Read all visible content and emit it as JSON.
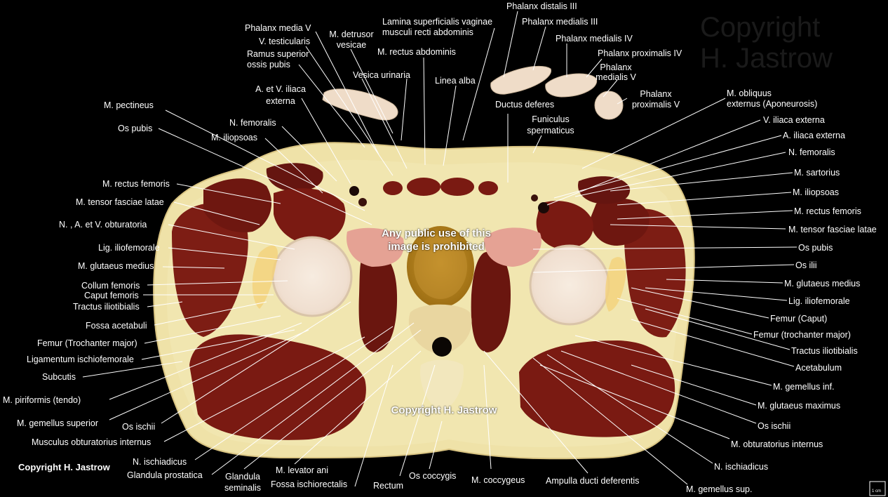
{
  "labels": {
    "phalanx_distalis_iii": "Phalanx distalis III",
    "phalanx_medialis_iii": "Phalanx medialis III",
    "phalanx_medialis_iv": "Phalanx medialis IV",
    "phalanx_proximalis_iv": "Phalanx proximalis IV",
    "phalanx_medialis_v_1": "Phalanx",
    "phalanx_medialis_v_2": "medialis V",
    "phalanx_proximalis_v_1": "Phalanx",
    "phalanx_proximalis_v_2": "proximalis V",
    "phalanx_media_v": "Phalanx media V",
    "v_testicularis": "V. testicularis",
    "m_detrusor_1": "M. detrusor",
    "m_detrusor_2": "vesicae",
    "lamina_1": "Lamina superficialis vaginae",
    "lamina_2": "musculi recti abdominis",
    "ramus_1": "Ramus superior",
    "ramus_2": "ossis pubis",
    "m_rectus_abdominis": "M. rectus abdominis",
    "vesica_urinaria": "Vesica urinaria",
    "linea_alba": "Linea alba",
    "a_v_iliaca_1": "A. et V. iliaca",
    "a_v_iliaca_2": "externa",
    "ductus_deferens": "Ductus deferes",
    "m_obliquus_1": "M. obliquus",
    "m_obliquus_2": "externus (Aponeurosis)",
    "m_pectineus": "M. pectineus",
    "funiculus_1": "Funiculus",
    "funiculus_2": "spermaticus",
    "v_iliaca_externa": "V. iliaca externa",
    "os_pubis_l": "Os pubis",
    "n_femoralis_l": "N. femoralis",
    "m_iliopsoas_l": "M. iliopsoas",
    "a_iliaca_externa": "A. iliaca externa",
    "n_femoralis_r": "N. femoralis",
    "m_sartorius": "M. sartorius",
    "m_rectus_femoris_l": "M. rectus femoris",
    "m_iliopsoas_r": "M. iliopsoas",
    "m_tensor_l": "M. tensor fasciae latae",
    "m_rectus_femoris_r": "M. rectus femoris",
    "n_obturatoria": "N. , A. et V. obturatoria",
    "m_tensor_r": "M. tensor fasciae latae",
    "lig_iliofemorale_l": "Lig. iliofemorale",
    "os_pubis_r": "Os pubis",
    "m_glutaeus_medius_l": "M. glutaeus medius",
    "os_ilii": "Os ilii",
    "collum_femoris": "Collum femoris",
    "m_glutaeus_medius_r": "M. glutaeus medius",
    "caput_femoris": "Caput femoris",
    "tractus_l": "Tractus iliotibialis",
    "lig_iliofemorale_r": "Lig. iliofemorale",
    "femur_caput": "Femur (Caput)",
    "fossa_acetabuli": "Fossa acetabuli",
    "femur_troch_r": "Femur (trochanter major)",
    "femur_troch_l": "Femur (Trochanter major)",
    "tractus_r": "Tractus iliotibialis",
    "lig_ischiofemorale": "Ligamentum ischiofemorale",
    "acetabulum": "Acetabulum",
    "subcutis": "Subcutis",
    "m_gemellus_inf": "M. gemellus inf.",
    "m_piriformis": "M. piriformis (tendo)",
    "m_glutaeus_maximus": "M. glutaeus maximus",
    "m_gemellus_superior": "M. gemellus superior",
    "os_ischii_l": "Os ischii",
    "os_ischii_r": "Os ischii",
    "musculus_obturatorius": "Musculus obturatorius internus",
    "m_obturatorius_r": "M. obturatorius internus",
    "n_ischiadicus_l": "N. ischiadicus",
    "n_ischiadicus_r": "N. ischiadicus",
    "glandula_prostatica": "Glandula prostatica",
    "glandula_1": "Glandula",
    "glandula_2": "seminalis",
    "m_levator_ani": "M. levator ani",
    "fossa_ischiorectalis": "Fossa ischiorectalis",
    "rectum": "Rectum",
    "os_coccygis": "Os coccygis",
    "m_coccygeus": "M. coccygeus",
    "ampulla": "Ampulla ducti deferentis",
    "m_gemellus_sup": "M. gemellus sup."
  },
  "watermarks": {
    "notice_1": "Any public use of this",
    "notice_2": "image is prohibited",
    "copyright_center": "Copyright H. Jastrow",
    "copyright_corner": "Copyright H. Jastrow",
    "ghost_1": "Copyright",
    "ghost_2": "H. Jastrow",
    "scale": "1 cm"
  },
  "colors": {
    "background": "#000000",
    "skin": "#efe2a8",
    "fat": "#f1e3a4",
    "muscle": "#7a1a12",
    "bone": "#f3e4d6",
    "label": "#ffffff",
    "leader": "#ffffff"
  }
}
